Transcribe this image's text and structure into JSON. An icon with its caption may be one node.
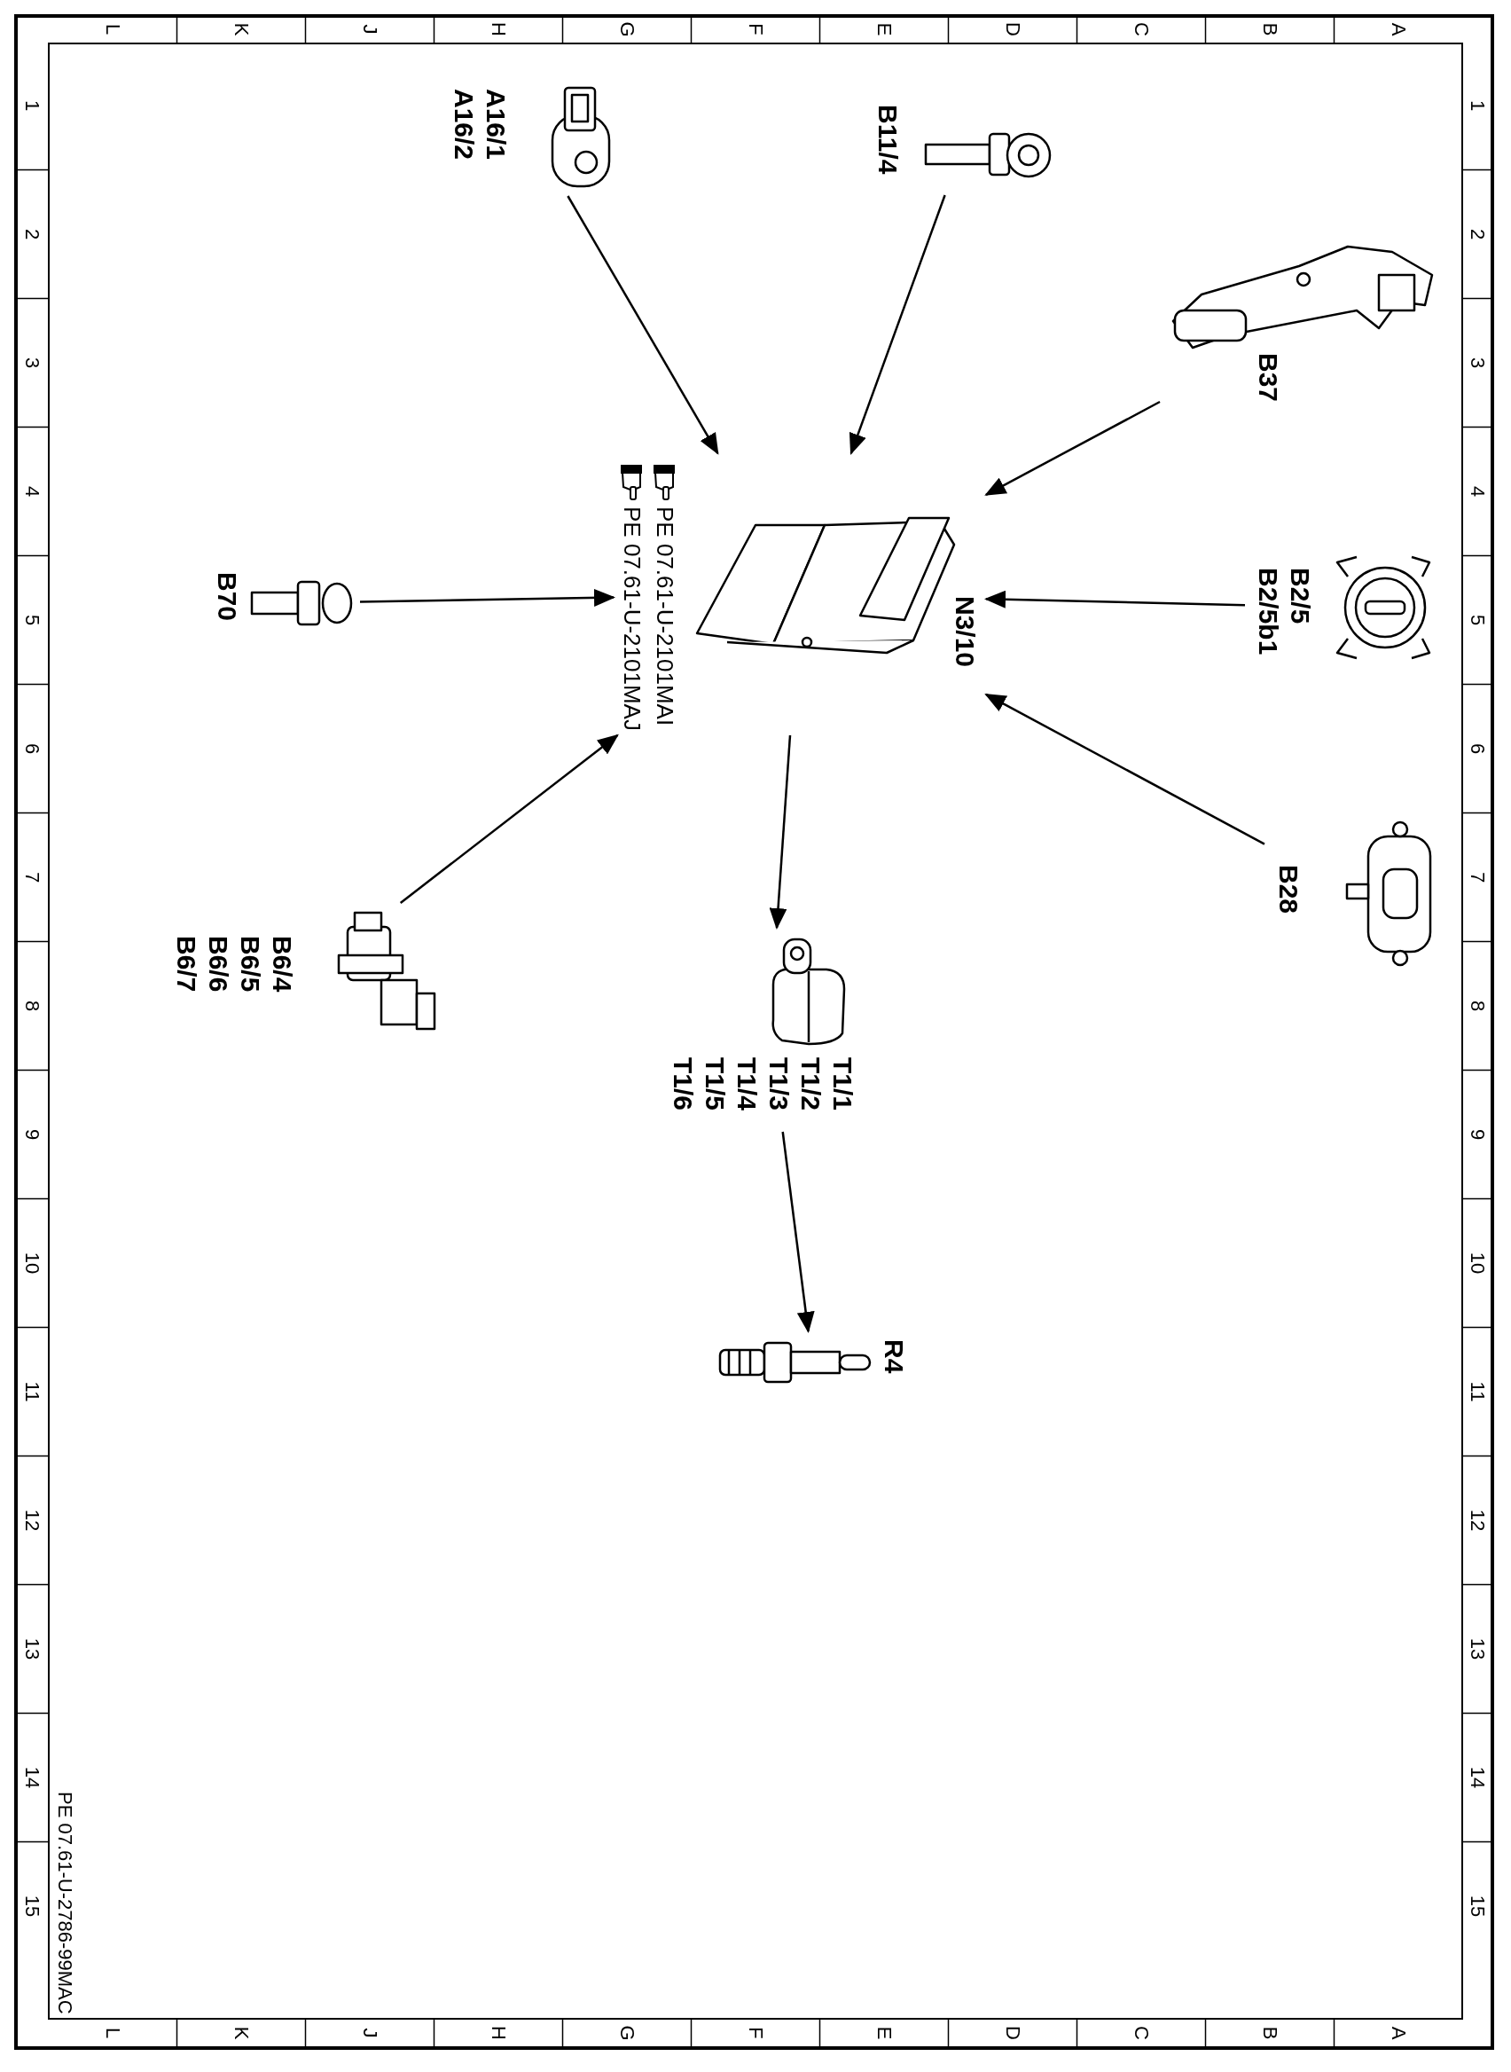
{
  "diagram": {
    "nodes": [
      {
        "text": [
          "A16/1 A16/2"
        ]
      },
      {
        "text": [
          "B11/4"
        ]
      },
      {
        "text": [
          "B37"
        ]
      },
      {
        "text": [
          "B2/5 B2/5b1"
        ]
      },
      {
        "text": [
          "B28"
        ]
      },
      {
        "text": [
          "B70"
        ]
      },
      {
        "text": [
          "B6/4 B6/5 B6/6 B6/7"
        ]
      },
      {
        "text": [
          "N3/10",
          "PE 07.61-U-2101MAI",
          "PE 07.61-U-2101MAJ"
        ]
      },
      {
        "text": [
          "T1/1 T1/2 T1/3 T1/4 T1/5 T1/6"
        ]
      },
      {
        "text": [
          "R4"
        ]
      }
    ],
    "edges": [
      {
        "from": 0,
        "to": 7,
        "arrow": "to"
      },
      {
        "from": 1,
        "to": 7,
        "arrow": "to"
      },
      {
        "from": 2,
        "to": 7,
        "arrow": "to"
      },
      {
        "from": 3,
        "to": 7,
        "arrow": "to"
      },
      {
        "from": 4,
        "to": 7,
        "arrow": "to"
      },
      {
        "from": 5,
        "to": 7,
        "arrow": "to"
      },
      {
        "from": 6,
        "to": 7,
        "arrow": "to"
      },
      {
        "from": 7,
        "to": 8,
        "arrow": "to"
      },
      {
        "from": 8,
        "to": 9,
        "arrow": "to"
      }
    ],
    "labels": [
      "L",
      "K",
      "J",
      "H",
      "G",
      "F",
      "E",
      "D",
      "C",
      "B",
      "A",
      "1",
      "2",
      "3",
      "4",
      "5",
      "6",
      "7",
      "8",
      "9",
      "10",
      "11",
      "12",
      "13",
      "14",
      "15",
      "1",
      "2",
      "3",
      "4",
      "5",
      "6",
      "7",
      "8",
      "9",
      "10",
      "11",
      "12",
      "13",
      "14",
      "15",
      "L",
      "K",
      "J",
      "H",
      "G",
      "F",
      "E",
      "D",
      "C",
      "B",
      "A",
      "PE 07.61-U-2786-99MAC"
    ]
  }
}
